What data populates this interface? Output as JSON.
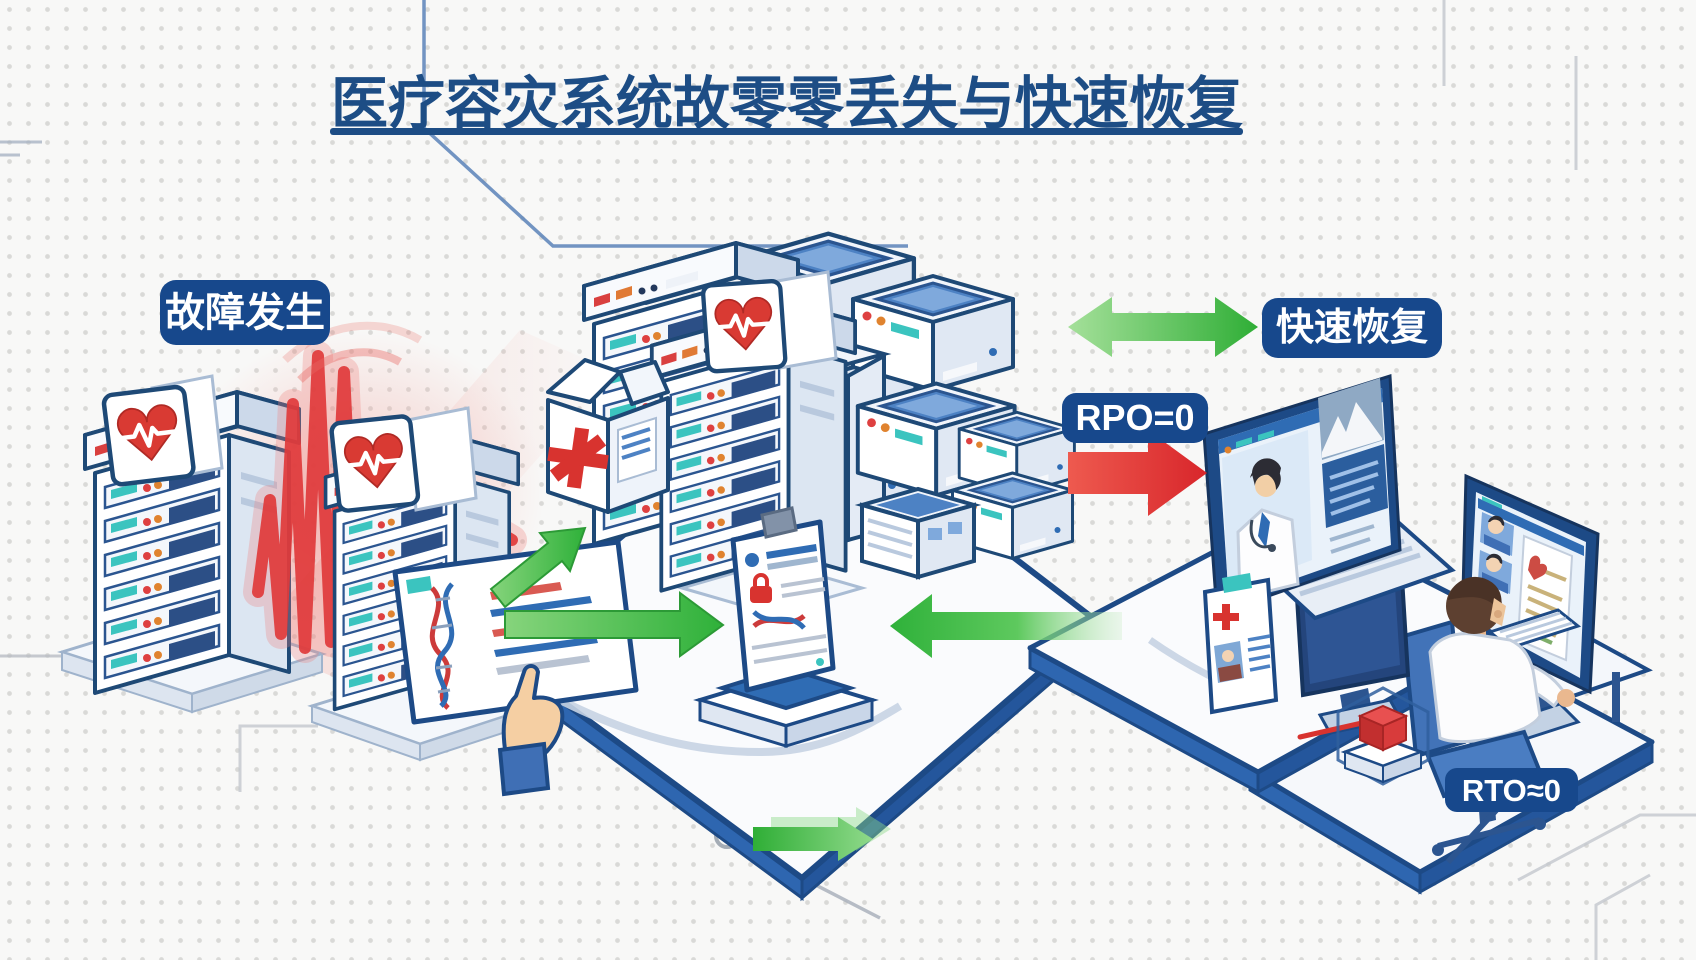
{
  "title": {
    "text": "医疗容灾系统故零零丢失与快速恢复"
  },
  "badges": {
    "failure": "故障发生",
    "recovery": "快速恢复",
    "rpo": "RPO=0",
    "rto": "RTO≈0"
  },
  "colors": {
    "title_navy": "#1d4d85",
    "badge_navy": "#17488c",
    "outline_navy": "#1e4976",
    "platform_blue": "#2e66b0",
    "arrow_green": "#3cb944",
    "arrow_red": "#e03236",
    "heart_red": "#d93a33",
    "background": "#f8f8f7"
  },
  "icons": {
    "heart_ecg": "heart-ecg-icon",
    "medical_cross": "medical-cross-icon",
    "dna": "dna-icon",
    "lock": "lock-icon",
    "hand_cursor": "hand-cursor-icon",
    "seismic_wave": "seismic-wave-icon"
  }
}
